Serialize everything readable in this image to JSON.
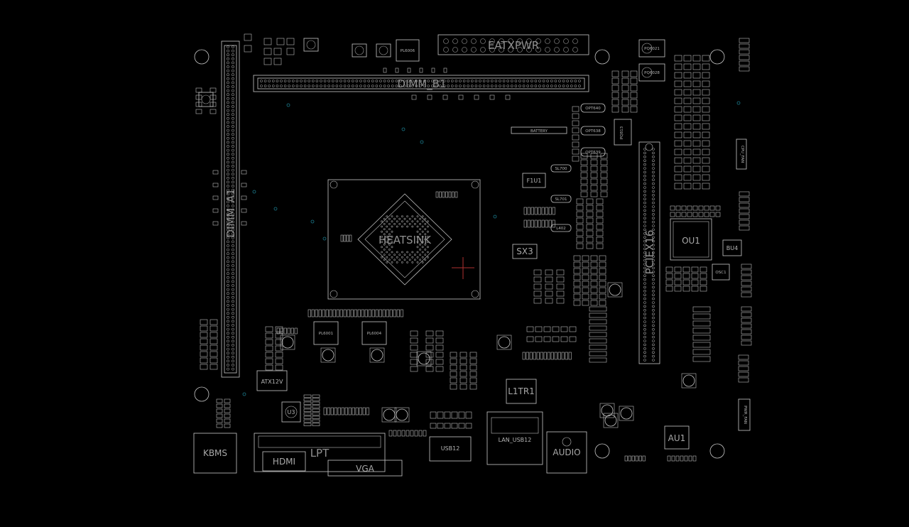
{
  "title": "",
  "colors": {
    "background": "#000000",
    "silkscreen": "#c8c8c8",
    "label": "#9a9a9a",
    "cursor": "#b03030",
    "via": "#1b7a8c"
  },
  "labels": {
    "eatxpwr": "EATXPWR",
    "dimm_b1": "DIMM_B1",
    "dimm_a1": "DIMM_A1",
    "heatsink": "HEATSINK",
    "pciex16": "PCIEX16",
    "ou1": "OU1",
    "atx12v": "ATX12V",
    "kbms": "KBMS",
    "hdmi": "HDMI",
    "lpt": "LPT",
    "vga": "VGA",
    "usb12": "USB12",
    "lan_usb": "LAN_USB12",
    "audio": "AUDIO",
    "au1": "AU1",
    "l1tr1": "L1TR1",
    "sx3": "SX3",
    "f1u1": "F1U1",
    "bu4": "BU4",
    "u3": "U3",
    "battery": "BATTERY",
    "pl6001": "PL6001",
    "pl6004": "PL6004",
    "pl6006": "PL6006",
    "pq6021": "PQ6021",
    "pq6028": "PQ6028",
    "cpufan": "CPU_FAN",
    "pwrfan": "PWR_FAN"
  },
  "small_labels": [
    "OPT640",
    "OPT638",
    "OPT639",
    "SL700",
    "SL701",
    "PQ813",
    "L402",
    "OSC1"
  ]
}
